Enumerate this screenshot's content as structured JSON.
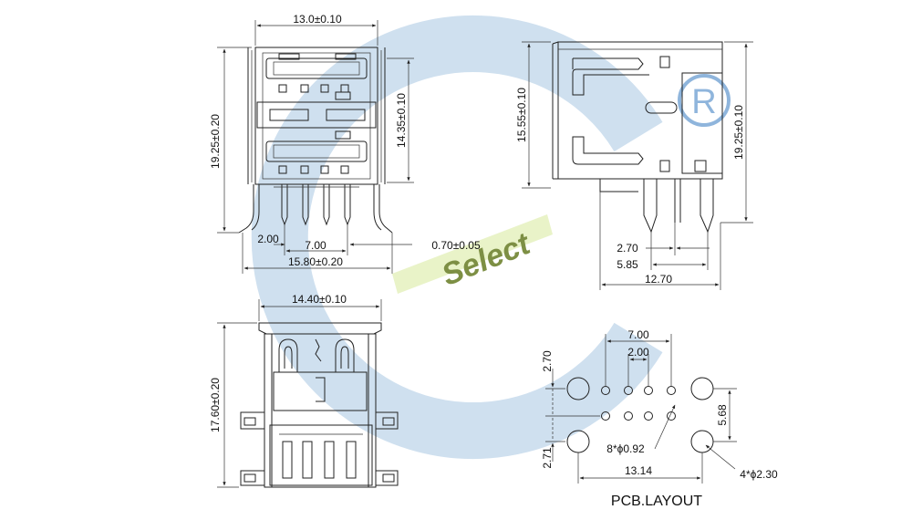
{
  "watermark": {
    "brand_text": "Select",
    "ring_color": "#cfe0ef",
    "band_color": "#e9f3c8",
    "registered_mark": "R",
    "registered_color": "#8fb5dc"
  },
  "top_view": {
    "width_top": "13.0±0.10",
    "height_left": "19.25±0.20",
    "height_inner": "14.35±0.10",
    "pin_offset": "2.00",
    "pin_span": "7.00",
    "pin_width": "0.70±0.05",
    "width_bottom": "15.80±0.20"
  },
  "side_view": {
    "height_left": "15.55±0.10",
    "height_right": "19.25±0.10",
    "dim_a": "2.70",
    "dim_b": "5.85",
    "dim_c": "12.70"
  },
  "front_view": {
    "width_top": "14.40±0.10",
    "height_left": "17.60±0.20"
  },
  "pcb_layout": {
    "title": "PCB.LAYOUT",
    "pitch_outer": "7.00",
    "pitch_inner": "2.00",
    "row_top": "2.70",
    "row_bottom": "2.71",
    "row_gap": "5.68",
    "small_hole": "8*ϕ0.92",
    "hole_span": "13.14",
    "large_hole": "4*ϕ2.30"
  }
}
